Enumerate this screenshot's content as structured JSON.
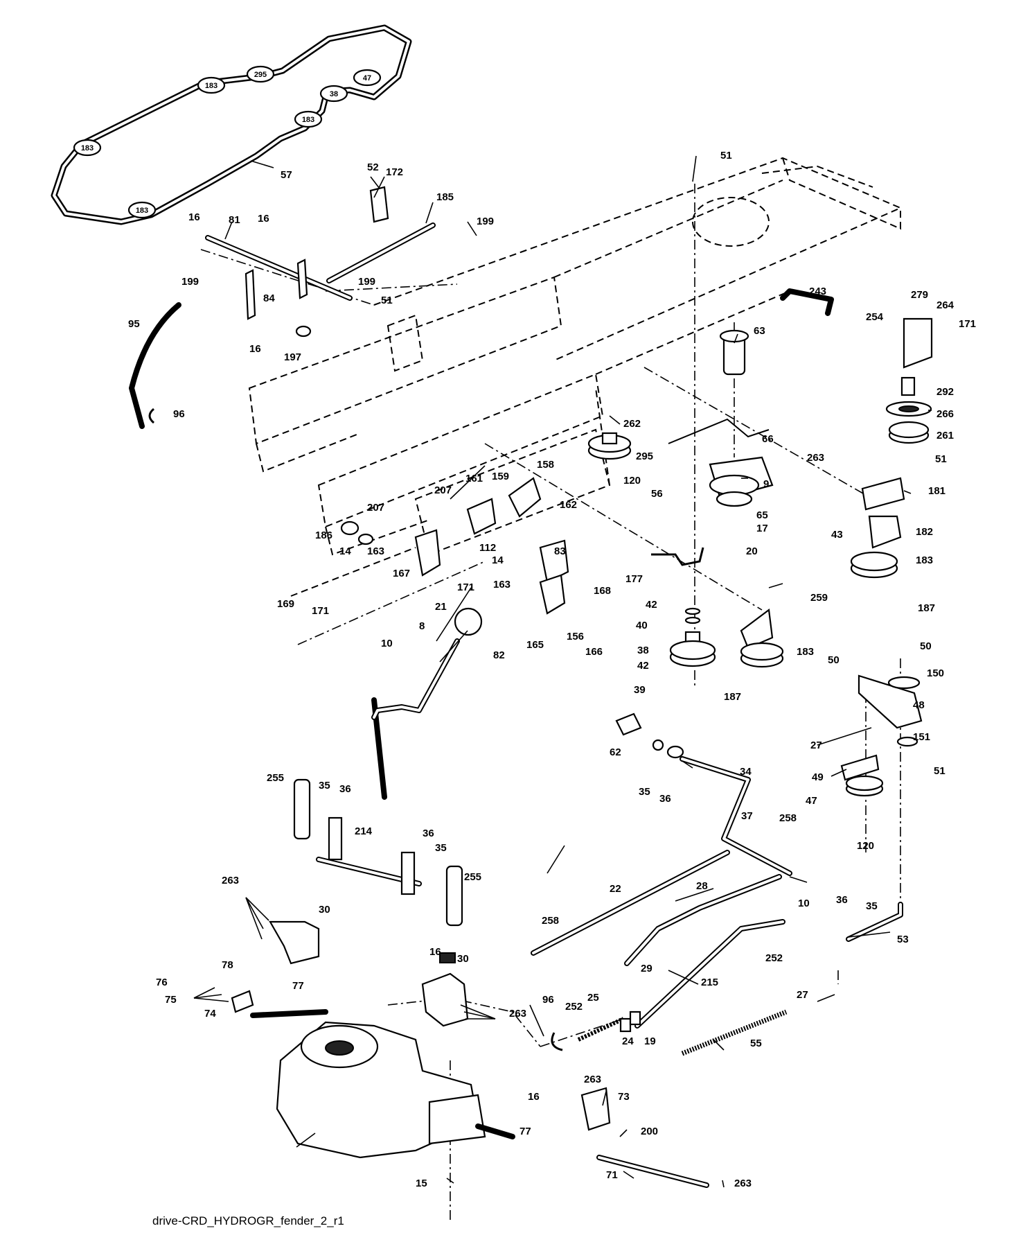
{
  "caption": "drive-CRD_HYDROGR_fender_2_r1",
  "belt_pulley_labels": [
    "295",
    "183",
    "47",
    "38",
    "183",
    "183",
    "183"
  ],
  "part_labels": [
    "57",
    "52",
    "172",
    "185",
    "199",
    "16",
    "81",
    "16",
    "199",
    "199",
    "84",
    "51",
    "95",
    "16",
    "197",
    "96",
    "51",
    "63",
    "243",
    "254",
    "279",
    "264",
    "171",
    "262",
    "66",
    "292",
    "266",
    "295",
    "261",
    "263",
    "51",
    "120",
    "56",
    "9",
    "181",
    "158",
    "161",
    "159",
    "207",
    "162",
    "65",
    "17",
    "207",
    "186",
    "14",
    "163",
    "112",
    "14",
    "83",
    "20",
    "43",
    "182",
    "183",
    "167",
    "171",
    "163",
    "169",
    "171",
    "177",
    "168",
    "42",
    "259",
    "21",
    "40",
    "187",
    "8",
    "82",
    "165",
    "156",
    "166",
    "38",
    "183",
    "10",
    "42",
    "39",
    "187",
    "50",
    "50",
    "150",
    "48",
    "62",
    "35",
    "36",
    "27",
    "151",
    "34",
    "49",
    "51",
    "255",
    "35",
    "36",
    "47",
    "37",
    "258",
    "214",
    "120",
    "36",
    "35",
    "255",
    "263",
    "22",
    "28",
    "36",
    "35",
    "30",
    "10",
    "258",
    "16",
    "30",
    "252",
    "53",
    "29",
    "78",
    "76",
    "77",
    "75",
    "215",
    "74",
    "96",
    "252",
    "25",
    "263",
    "24",
    "19",
    "27",
    "55",
    "263",
    "73",
    "16",
    "77",
    "200",
    "15",
    "71",
    "263"
  ]
}
